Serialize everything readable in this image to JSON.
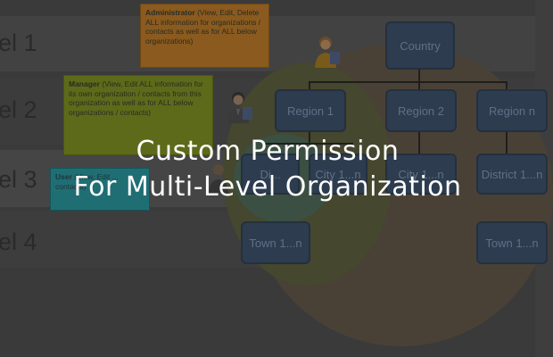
{
  "levels": [
    {
      "label": "el 1"
    },
    {
      "label": "el 2"
    },
    {
      "label": "el 3"
    },
    {
      "label": "el 4"
    }
  ],
  "callouts": {
    "administrator": {
      "role": "Administrator",
      "text": " (View, Edit, Delete ALL information for organizations / contacts as well as for ALL below organizations)"
    },
    "manager": {
      "role": "Manager",
      "text": " (View, Edit ALL information for its own organization / contacts from this organization as well as for ALL below organizations / contacts)"
    },
    "user": {
      "role": "User",
      "text": " (View, Edit ... contacts)"
    }
  },
  "nodes": {
    "country": "Country",
    "region1": "Region 1",
    "region2": "Region 2",
    "regionn": "Region n",
    "district1": "Di...",
    "city1": "City 1...n",
    "city2": "City 1...n",
    "districtn": "District 1...n",
    "town1": "Town 1...n",
    "townn": "Town 1...n"
  },
  "title": {
    "line1": "Custom Permission",
    "line2": "For Multi-Level Organization"
  },
  "colors": {
    "overlay": "#3a3a3a",
    "node_fill": "#2d3c4f",
    "node_text": "#5f7087",
    "admin_callout": "#8a5a1e",
    "manager_callout": "#5d6a1a",
    "user_callout": "#1f6e74",
    "title": "#ffffff"
  }
}
